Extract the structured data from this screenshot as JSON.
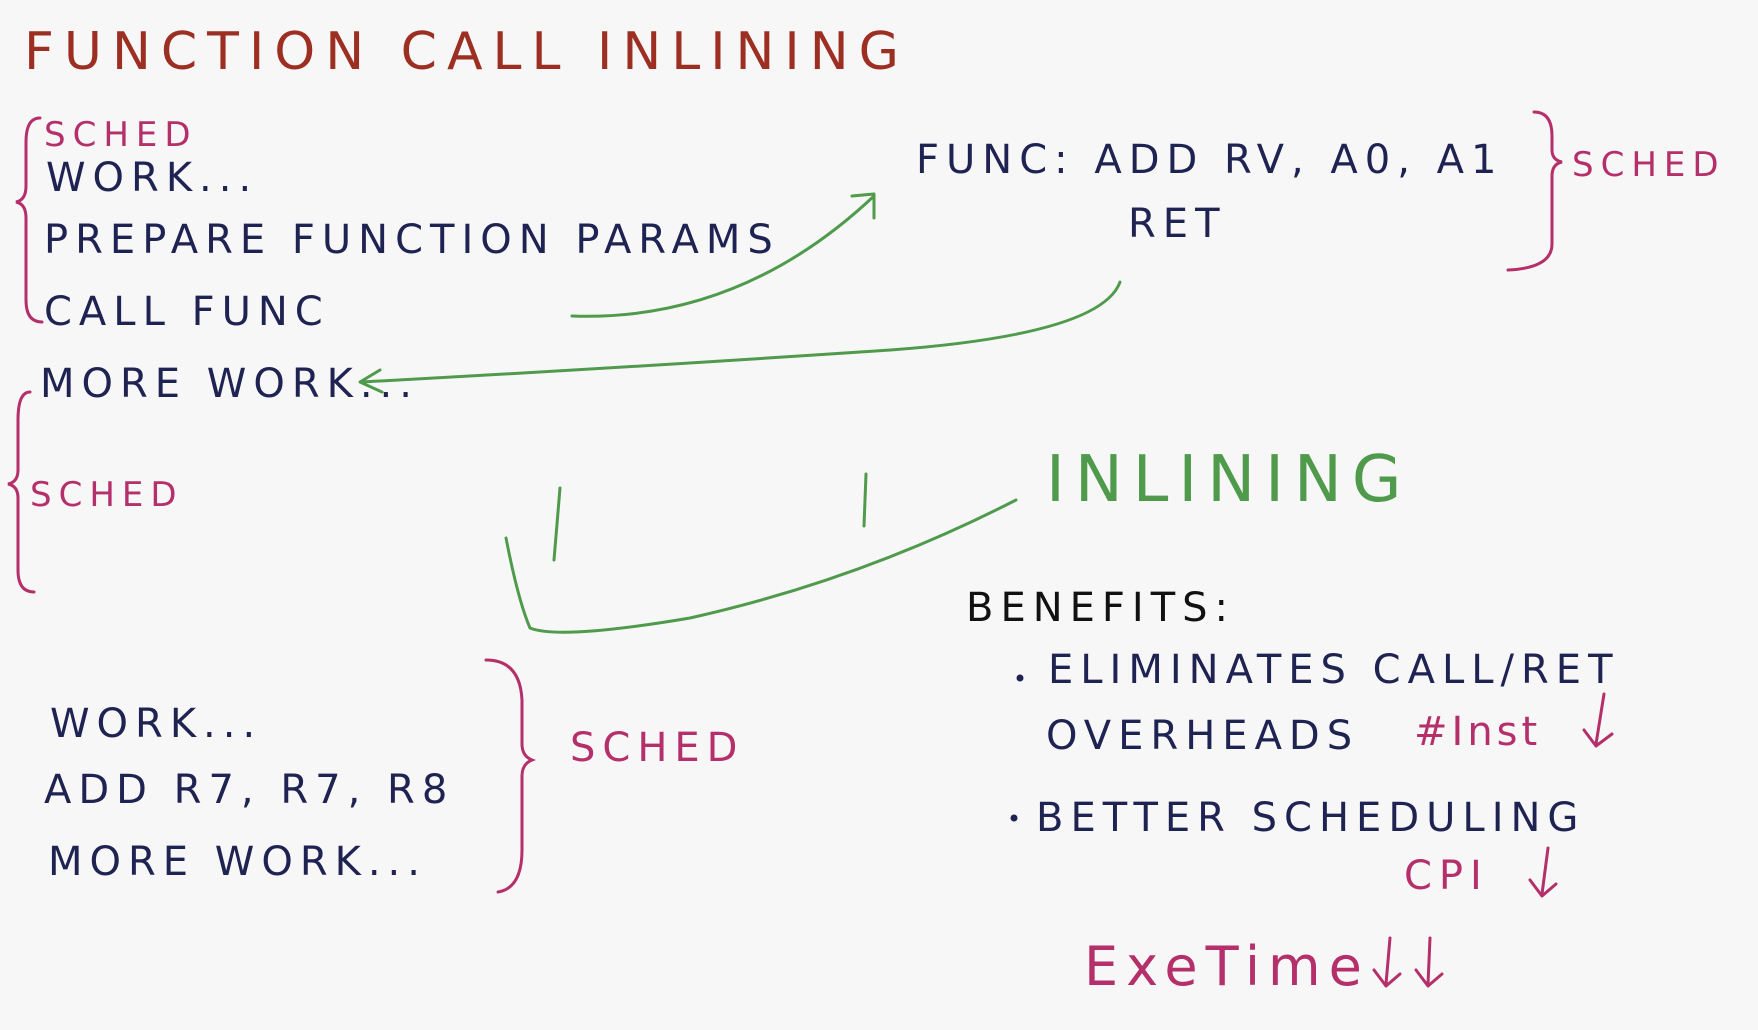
{
  "title": "FUNCTION CALL INLINING",
  "before": {
    "sched_top": "SCHED",
    "work": "WORK...",
    "prepare": "PREPARE FUNCTION PARAMS",
    "call": "CALL FUNC",
    "more_work": "MORE WORK...",
    "sched_bottom": "SCHED"
  },
  "function": {
    "line1": "FUNC: ADD RV, A0, A1",
    "line2": "RET",
    "sched": "SCHED"
  },
  "inlining_label": "INLINING",
  "after": {
    "work": "WORK...",
    "add": "ADD R7, R7, R8",
    "more_work": "MORE WORK...",
    "sched": "SCHED"
  },
  "benefits": {
    "heading": "BENEFITS:",
    "item1_line1": "ELIMINATES CALL/RET",
    "item1_line2": "OVERHEADS",
    "item1_effect": "#Inst",
    "item2": "BETTER SCHEDULING",
    "item2_effect": "CPI",
    "result": "ExeTime"
  },
  "colors": {
    "navy": "#1f2352",
    "pink": "#b52f6a",
    "title_red": "#9d2e22",
    "green": "#4f9a4b"
  }
}
